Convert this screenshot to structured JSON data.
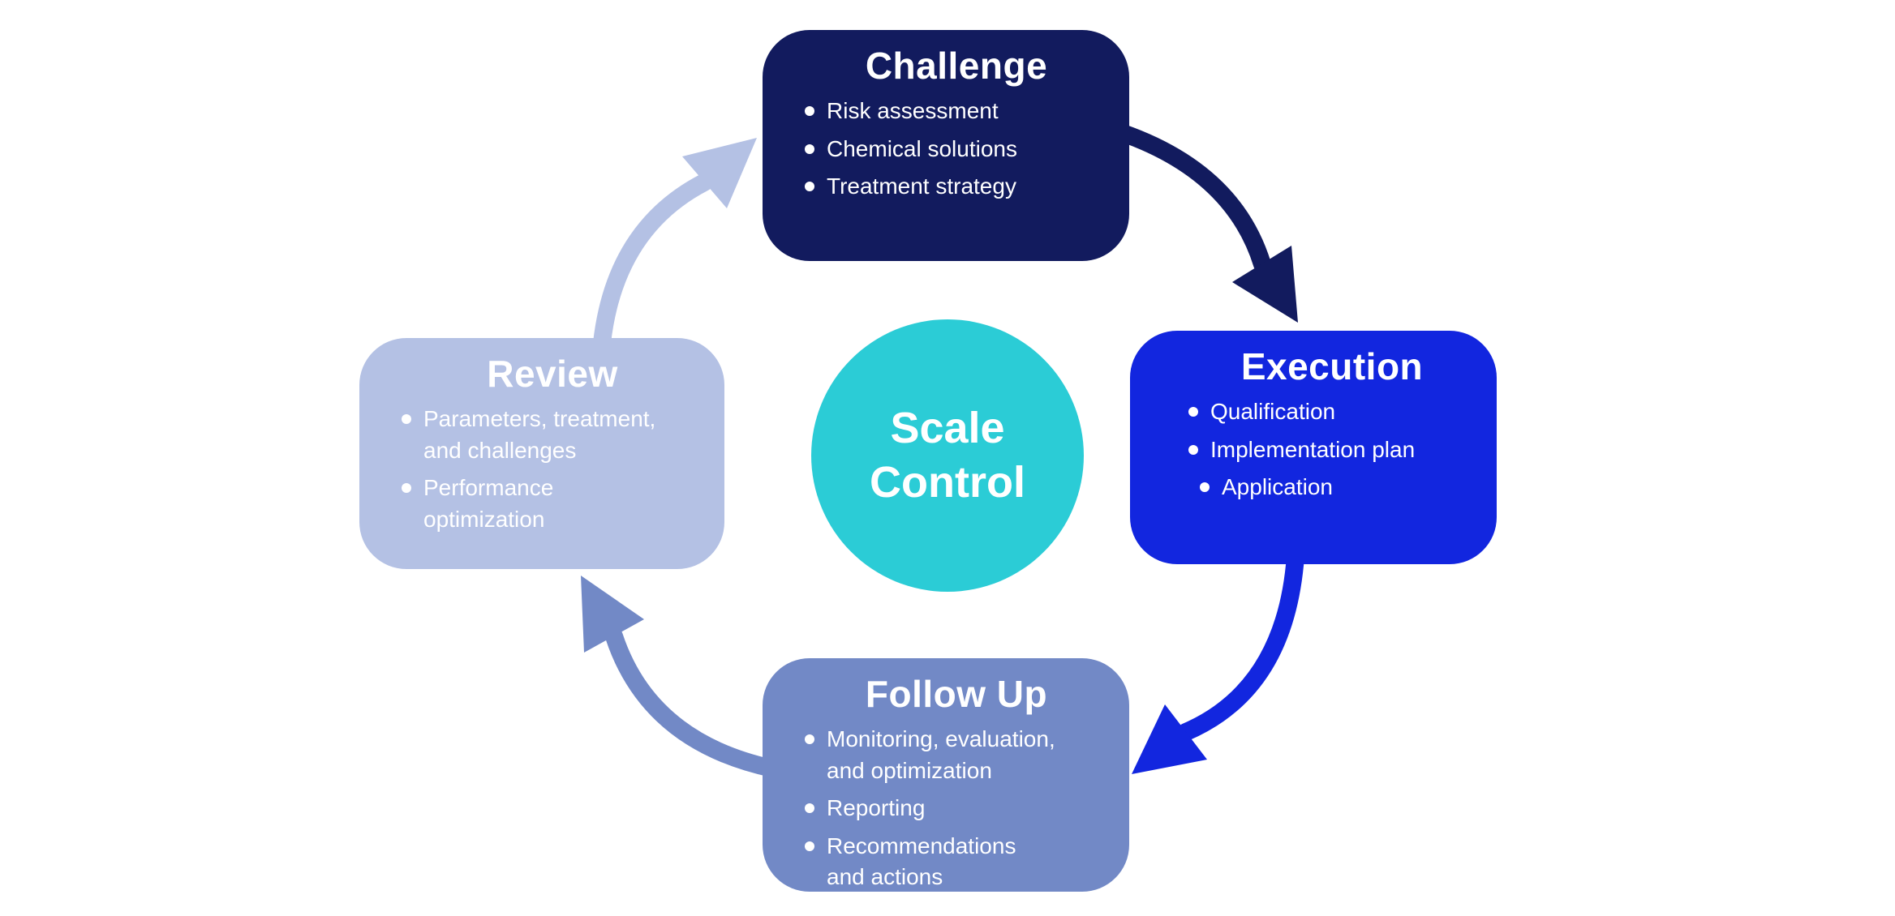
{
  "diagram": {
    "type": "cycle",
    "background_color": "#ffffff",
    "center": {
      "label": "Scale Control",
      "color": "#2bccd6",
      "text_color": "#ffffff"
    },
    "stages": [
      {
        "title": "Challenge",
        "color": "#121b5e",
        "text_color": "#ffffff",
        "bullets": [
          "Risk assessment",
          "Chemical solutions",
          "Treatment strategy"
        ]
      },
      {
        "title": "Execution",
        "color": "#1226df",
        "text_color": "#ffffff",
        "bullets": [
          "Qualification",
          "Implementation plan",
          "Application"
        ]
      },
      {
        "title": "Follow Up",
        "color": "#7289c6",
        "text_color": "#ffffff",
        "bullets": [
          "Monitoring, evaluation,\nand optimization",
          "Reporting",
          "Recommendations\nand actions"
        ]
      },
      {
        "title": "Review",
        "color": "#b4c1e4",
        "text_color": "#ffffff",
        "bullets": [
          "Parameters, treatment,\nand challenges",
          "Performance\noptimization"
        ]
      }
    ],
    "arrows": [
      {
        "name": "challenge-to-execution",
        "direction": "clockwise",
        "color": "#121b5e"
      },
      {
        "name": "execution-to-followup",
        "direction": "clockwise",
        "color": "#1226df"
      },
      {
        "name": "followup-to-review",
        "direction": "clockwise",
        "color": "#7289c6"
      },
      {
        "name": "review-to-challenge",
        "direction": "clockwise",
        "color": "#b4c1e4"
      }
    ]
  }
}
